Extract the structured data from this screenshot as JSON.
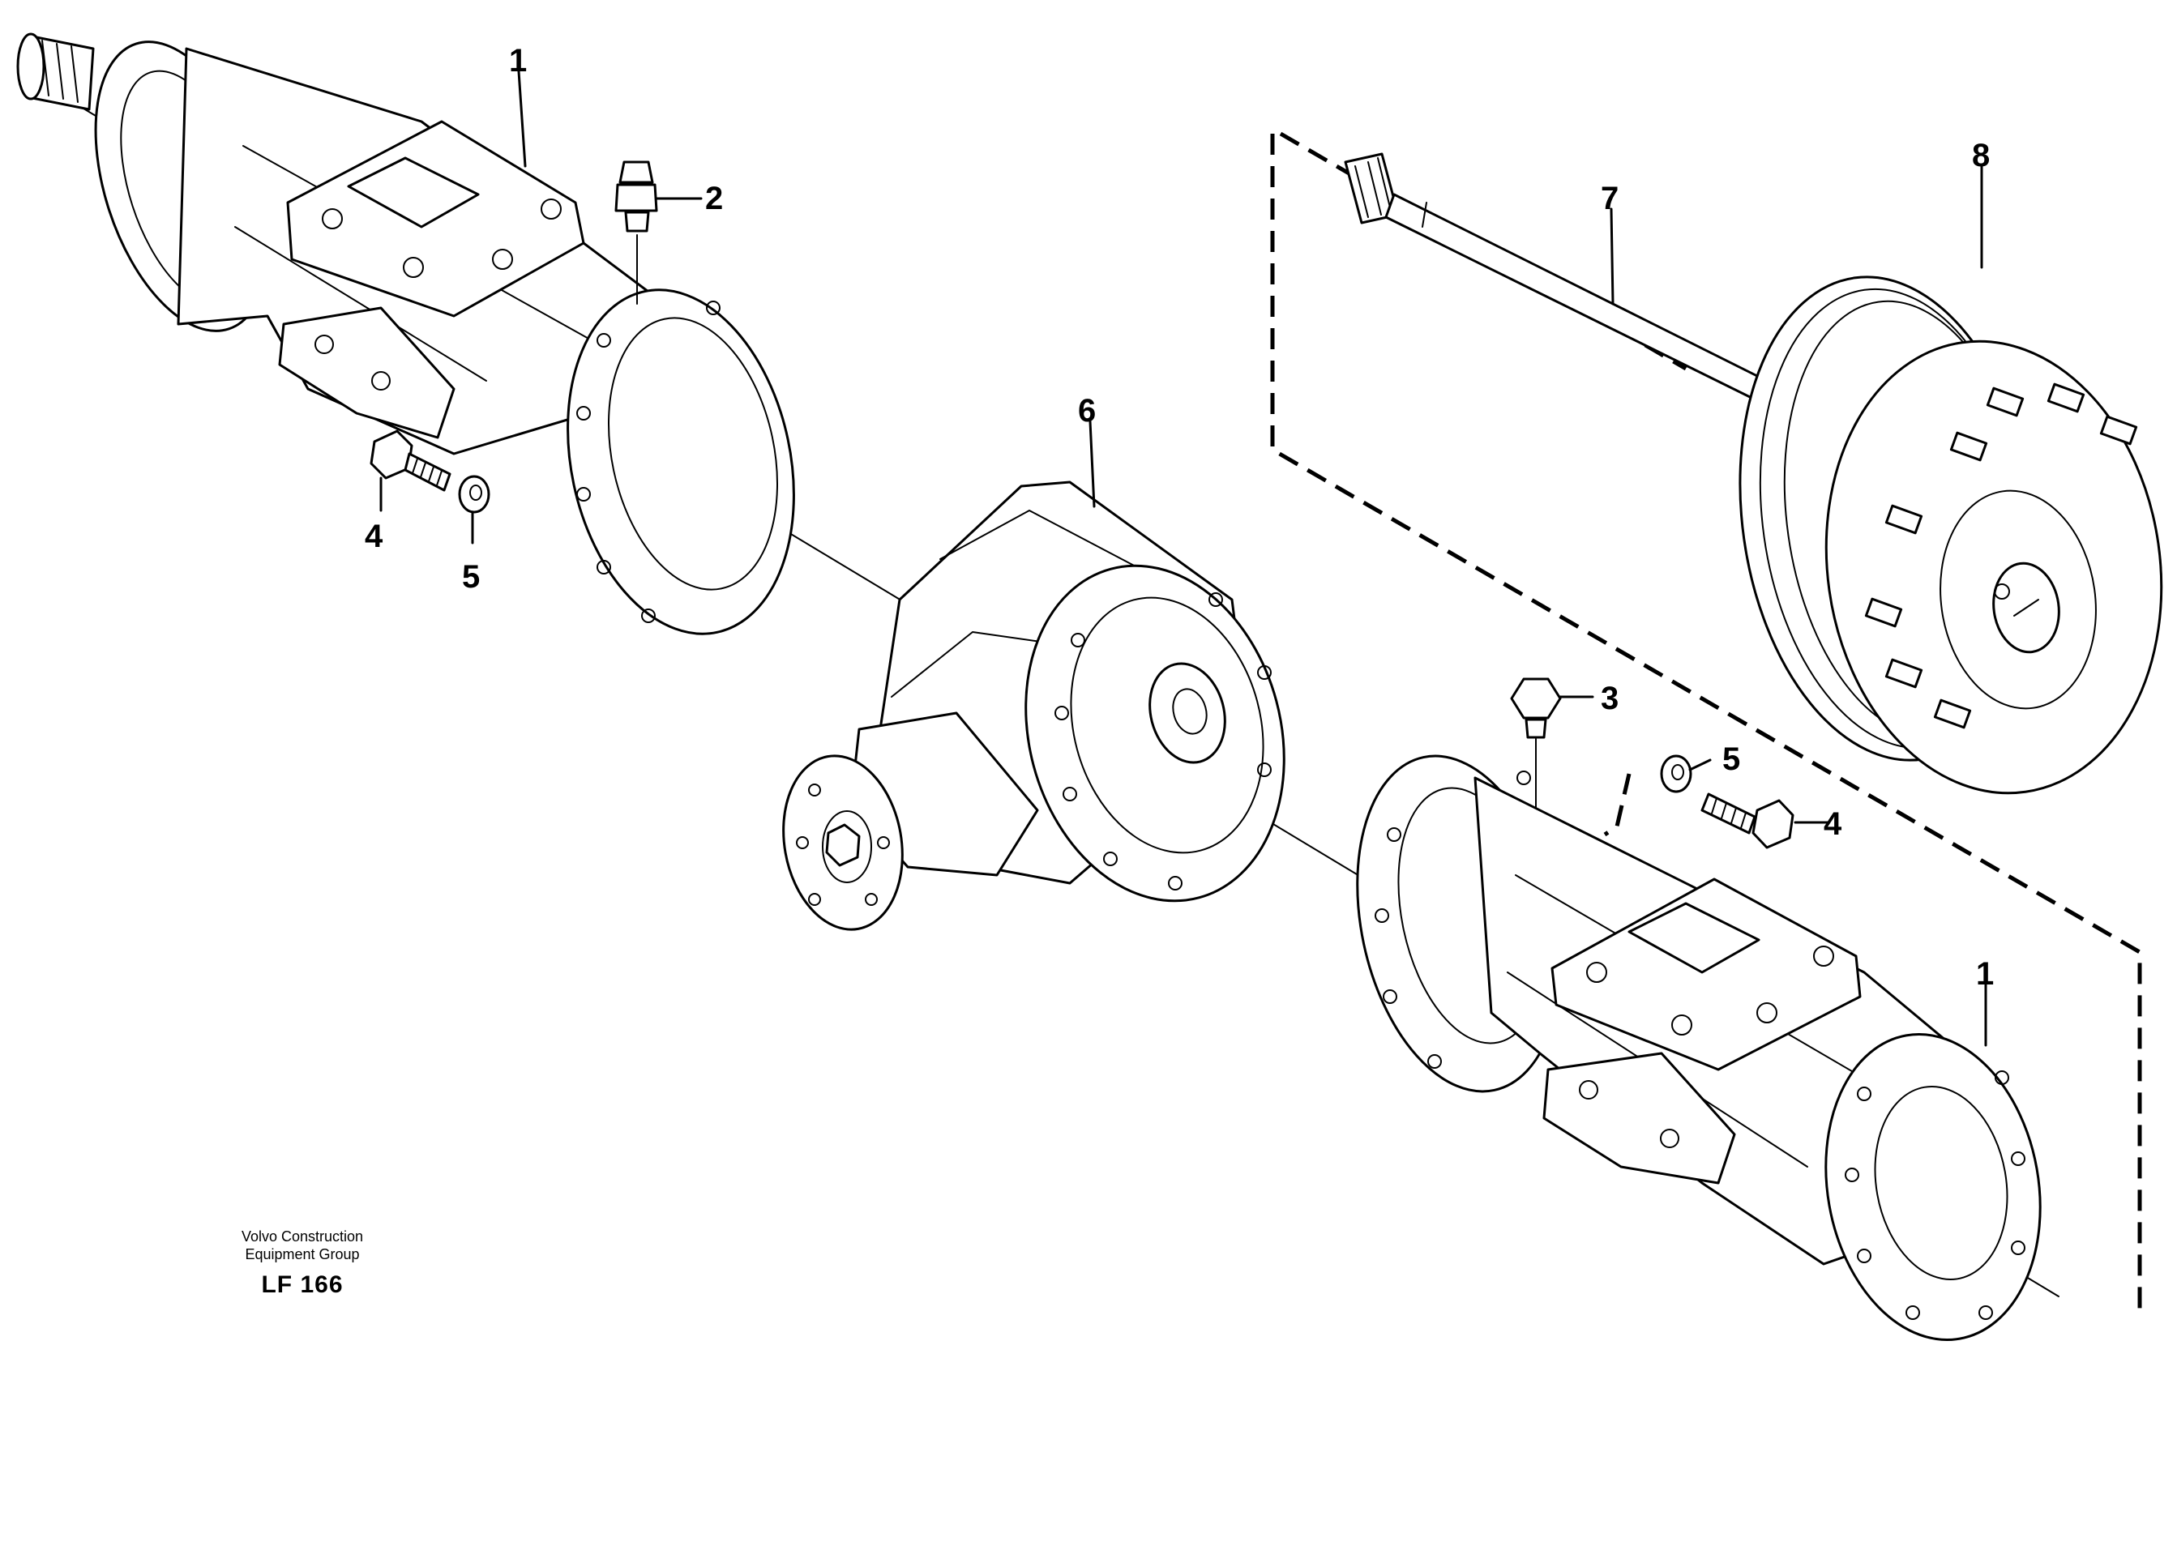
{
  "figure": {
    "callouts": [
      {
        "id": "c1a",
        "text": "1"
      },
      {
        "id": "c2",
        "text": "2"
      },
      {
        "id": "c4a",
        "text": "4"
      },
      {
        "id": "c5a",
        "text": "5"
      },
      {
        "id": "c6",
        "text": "6"
      },
      {
        "id": "c7",
        "text": "7"
      },
      {
        "id": "c8",
        "text": "8"
      },
      {
        "id": "c3",
        "text": "3"
      },
      {
        "id": "c5b",
        "text": "5"
      },
      {
        "id": "c4b",
        "text": "4"
      },
      {
        "id": "c1b",
        "text": "1"
      }
    ]
  },
  "footer": {
    "company_line1": "Volvo Construction",
    "company_line2": "Equipment Group",
    "drawing_code": "LF 166"
  }
}
